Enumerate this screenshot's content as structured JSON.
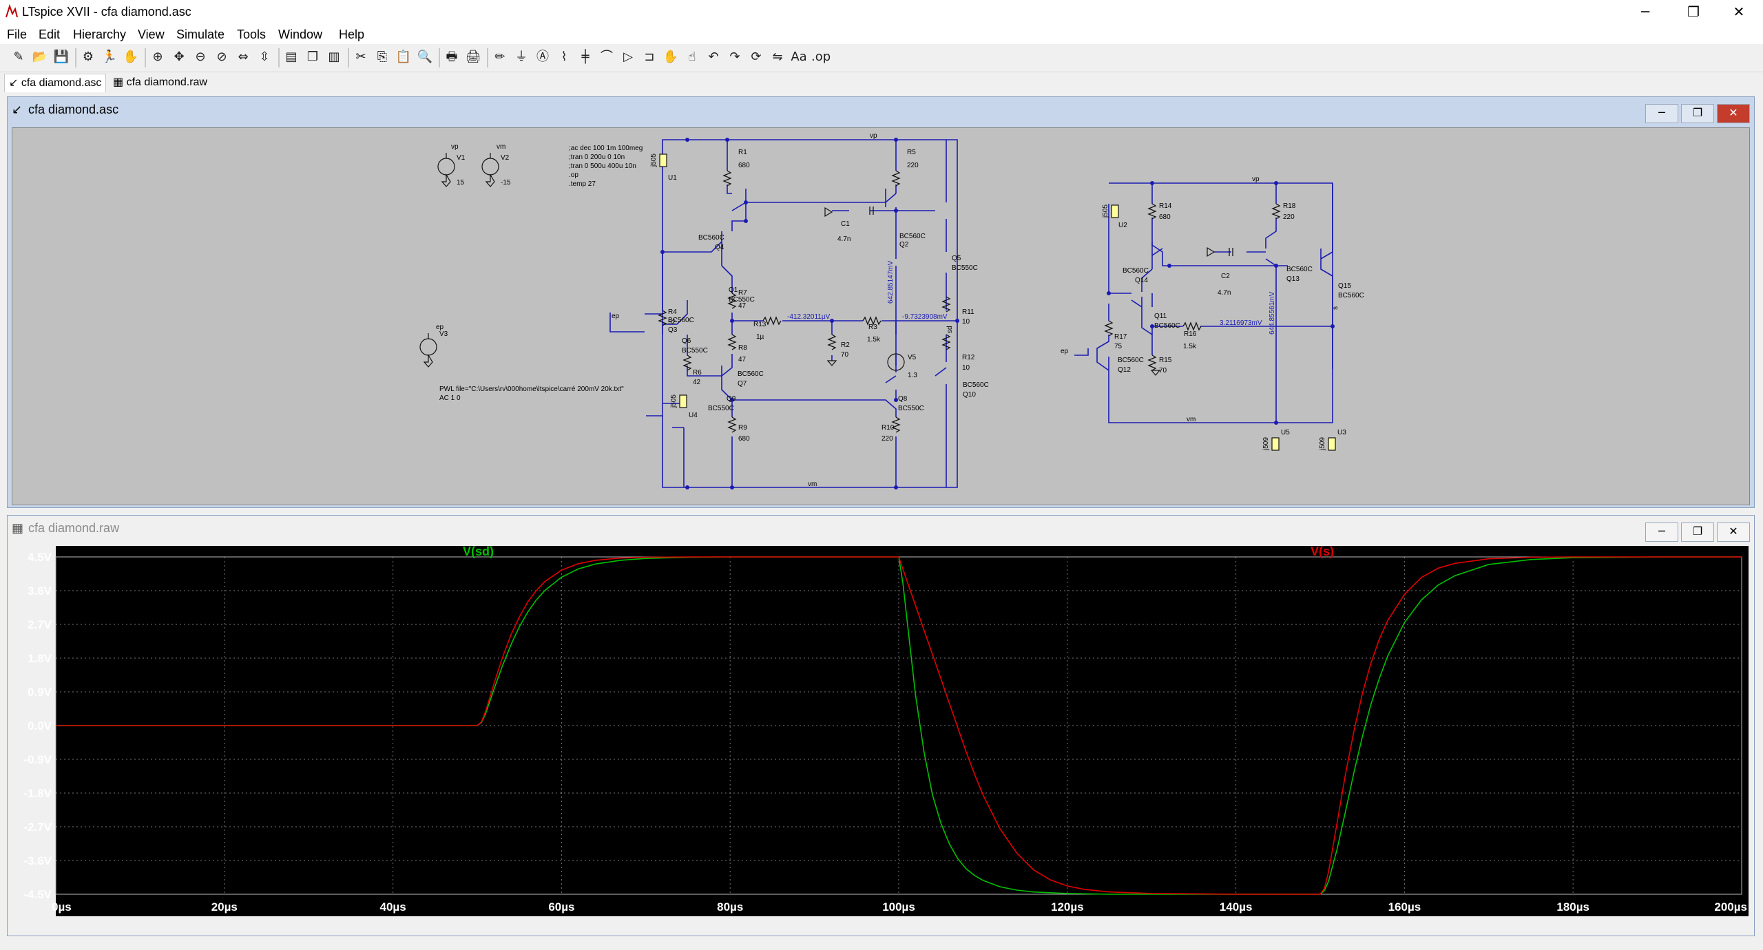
{
  "window": {
    "title": "LTspice XVII - cfa diamond.asc",
    "minimize": "─",
    "maximize": "❐",
    "close": "✕"
  },
  "menu": [
    "File",
    "Edit",
    "Hierarchy",
    "View",
    "Simulate",
    "Tools",
    "Window",
    "Help"
  ],
  "toolbar": [
    {
      "icon": "new-schematic-icon",
      "glyph": "✎"
    },
    {
      "icon": "open-icon",
      "glyph": "📂"
    },
    {
      "icon": "save-icon",
      "glyph": "💾"
    },
    {
      "icon": "control-panel-icon",
      "glyph": "⚙"
    },
    {
      "icon": "run-icon",
      "glyph": "🏃"
    },
    {
      "icon": "halt-icon",
      "glyph": "✋"
    },
    {
      "icon": "zoom-in-icon",
      "glyph": "⊕"
    },
    {
      "icon": "pan-icon",
      "glyph": "✥"
    },
    {
      "icon": "zoom-out-icon",
      "glyph": "⊖"
    },
    {
      "icon": "zoom-cancel-icon",
      "glyph": "⊘"
    },
    {
      "icon": "autorange-icon",
      "glyph": "⇔"
    },
    {
      "icon": "ruler-icon",
      "glyph": "⇳"
    },
    {
      "icon": "tile-vertical-icon",
      "glyph": "▤"
    },
    {
      "icon": "cascade-icon",
      "glyph": "❐"
    },
    {
      "icon": "tile-horizontal-icon",
      "glyph": "▥"
    },
    {
      "icon": "cut-icon",
      "glyph": "✂"
    },
    {
      "icon": "copy-icon",
      "glyph": "⎘"
    },
    {
      "icon": "paste-icon",
      "glyph": "📋"
    },
    {
      "icon": "find-icon",
      "glyph": "🔍"
    },
    {
      "icon": "print-preview-icon",
      "glyph": "🖶"
    },
    {
      "icon": "print-icon",
      "glyph": "🖨"
    },
    {
      "icon": "wire-icon",
      "glyph": "✏"
    },
    {
      "icon": "ground-icon",
      "glyph": "⏚"
    },
    {
      "icon": "label-net-icon",
      "glyph": "Ⓐ"
    },
    {
      "icon": "resistor-icon",
      "glyph": "⌇"
    },
    {
      "icon": "capacitor-icon",
      "glyph": "╪"
    },
    {
      "icon": "inductor-icon",
      "glyph": "⌒"
    },
    {
      "icon": "diode-icon",
      "glyph": "▷"
    },
    {
      "icon": "component-icon",
      "glyph": "⊐"
    },
    {
      "icon": "move-icon",
      "glyph": "✋"
    },
    {
      "icon": "drag-icon",
      "glyph": "☝"
    },
    {
      "icon": "undo-icon",
      "glyph": "↶"
    },
    {
      "icon": "redo-icon",
      "glyph": "↷"
    },
    {
      "icon": "rotate-icon",
      "glyph": "⟳"
    },
    {
      "icon": "mirror-icon",
      "glyph": "⇋"
    },
    {
      "icon": "text-icon",
      "glyph": "Aa"
    },
    {
      "icon": "spice-directive-icon",
      "glyph": ".op"
    }
  ],
  "tabs": [
    "cfa diamond.asc",
    "cfa diamond.raw"
  ],
  "schematic": {
    "title": "cfa diamond.asc",
    "directives": [
      ";ac dec 100 1m 100meg",
      ";tran 0 200u 0 10n",
      ";tran 0 500u 400u 10n",
      ".op",
      ".temp 27"
    ],
    "pwl": [
      "PWL file=\"C:\\Users\\rv\\000home\\ltspice\\carré 200mV 20k.txt\"",
      "AC 1 0"
    ],
    "nets": {
      "vp": "vp",
      "vm": "vm",
      "ep": "ep",
      "sd": "sd",
      "s": "s"
    },
    "op_labels": [
      "-412.32011µV",
      "-9.7323908mV",
      "642.85147mV",
      "644.85561mV",
      "3.2116973mV"
    ],
    "parts": {
      "V1": "V1",
      "V1v": "15",
      "V2": "V2",
      "V2v": "-15",
      "V3": "V3",
      "V5": "V5",
      "V5v": "1.3",
      "U1": "U1",
      "U2": "U2",
      "U3": "U3",
      "U4": "U4",
      "U5": "U5",
      "u_val": "j505",
      "u_val2": "j509",
      "R1": "R1",
      "R1v": "680",
      "R5": "R5",
      "R5v": "220",
      "R4": "R4",
      "R4v": "52",
      "R6": "R6",
      "R6v": "42",
      "R7": "R7",
      "R7v": "47",
      "R8": "R8",
      "R8v": "47",
      "R13": "R13",
      "R13v": "1µ",
      "R2": "R2",
      "R2v": "70",
      "R3": "R3",
      "R3v": "1.5k",
      "R11": "R11",
      "R11v": "10",
      "R12": "R12",
      "R12v": "10",
      "R9": "R9",
      "R9v": "680",
      "R10": "R10",
      "R10v": "220",
      "R14": "R14",
      "R14v": "680",
      "R18": "R18",
      "R18v": "220",
      "R17": "R17",
      "R17v": "75",
      "R16": "R16",
      "R16v": "1.5k",
      "R15": "R15",
      "R15v": "70",
      "C1": "C1",
      "C1v": "4.7n",
      "C2": "C2",
      "C2v": "4.7n",
      "Q1": "Q1",
      "Q2": "Q2",
      "Q3": "Q3",
      "Q4": "Q4",
      "Q5": "Q5",
      "Q6": "Q6",
      "Q7": "Q7",
      "Q8": "Q8",
      "Q9": "Q9",
      "Q10": "Q10",
      "Q11": "Q11",
      "Q12": "Q12",
      "Q13": "Q13",
      "Q14": "Q14",
      "Q15": "Q15",
      "npn": "BC550C",
      "pnp": "BC560C"
    }
  },
  "waveform": {
    "title": "cfa diamond.raw",
    "traces": [
      {
        "name": "V(sd)",
        "color": "#00c000"
      },
      {
        "name": "V(s)",
        "color": "#e00000"
      }
    ]
  },
  "chart_data": {
    "type": "line",
    "title": "",
    "xlabel": "",
    "ylabel": "",
    "xlim": [
      0,
      200
    ],
    "ylim": [
      -4.5,
      4.5
    ],
    "x_ticks": [
      "0µs",
      "20µs",
      "40µs",
      "60µs",
      "80µs",
      "100µs",
      "120µs",
      "140µs",
      "160µs",
      "180µs",
      "200µs"
    ],
    "y_ticks": [
      "4.5V",
      "3.6V",
      "2.7V",
      "1.8V",
      "0.9V",
      "0.0V",
      "-0.9V",
      "-1.8V",
      "-2.7V",
      "-3.6V",
      "-4.5V"
    ],
    "grid": true,
    "series": [
      {
        "name": "V(sd)",
        "color": "#00c000",
        "x": [
          0,
          50,
          50.5,
          51,
          52,
          53,
          54,
          55,
          56,
          57,
          58,
          60,
          62,
          64,
          67,
          70,
          75,
          80,
          90,
          100,
          100.5,
          101,
          102,
          103,
          104,
          105,
          106,
          107,
          108,
          109,
          110,
          112,
          114,
          116,
          118,
          120,
          125,
          130,
          140,
          150,
          150.5,
          151,
          152,
          153,
          154,
          155,
          156,
          157,
          158,
          160,
          162,
          164,
          166,
          170,
          175,
          180,
          190,
          200
        ],
        "y": [
          0,
          0,
          0.08,
          0.32,
          0.98,
          1.6,
          2.16,
          2.64,
          3.03,
          3.35,
          3.6,
          3.96,
          4.18,
          4.31,
          4.41,
          4.46,
          4.49,
          4.5,
          4.5,
          4.5,
          3.8,
          2.8,
          0.8,
          -0.7,
          -1.85,
          -2.6,
          -3.15,
          -3.55,
          -3.82,
          -4.0,
          -4.13,
          -4.3,
          -4.39,
          -4.44,
          -4.46,
          -4.48,
          -4.5,
          -4.5,
          -4.5,
          -4.5,
          -4.4,
          -4.15,
          -3.3,
          -2.3,
          -1.25,
          -0.3,
          0.55,
          1.25,
          1.85,
          2.75,
          3.35,
          3.75,
          4.0,
          4.3,
          4.43,
          4.48,
          4.5,
          4.5
        ]
      },
      {
        "name": "V(s)",
        "color": "#e00000",
        "x": [
          0,
          50,
          50.5,
          51,
          52,
          53,
          54,
          55,
          56,
          57,
          58,
          60,
          62,
          64,
          67,
          70,
          75,
          80,
          90,
          100,
          101,
          102,
          103,
          104,
          105,
          106,
          107,
          108,
          109,
          110,
          112,
          114,
          116,
          118,
          120,
          122,
          125,
          130,
          140,
          150,
          150.5,
          151,
          152,
          153,
          154,
          155,
          156,
          157,
          158,
          160,
          162,
          164,
          166,
          170,
          175,
          180,
          190,
          200
        ],
        "y": [
          0,
          0,
          0.1,
          0.38,
          1.13,
          1.82,
          2.42,
          2.9,
          3.3,
          3.6,
          3.84,
          4.15,
          4.32,
          4.41,
          4.47,
          4.49,
          4.5,
          4.5,
          4.5,
          4.5,
          3.85,
          3.2,
          2.55,
          1.9,
          1.25,
          0.6,
          -0.05,
          -0.7,
          -1.3,
          -1.85,
          -2.75,
          -3.4,
          -3.85,
          -4.12,
          -4.28,
          -4.37,
          -4.44,
          -4.48,
          -4.5,
          -4.5,
          -4.35,
          -3.9,
          -2.6,
          -1.3,
          -0.15,
          0.85,
          1.65,
          2.3,
          2.8,
          3.5,
          3.95,
          4.2,
          4.33,
          4.45,
          4.49,
          4.5,
          4.5,
          4.5
        ]
      }
    ]
  }
}
